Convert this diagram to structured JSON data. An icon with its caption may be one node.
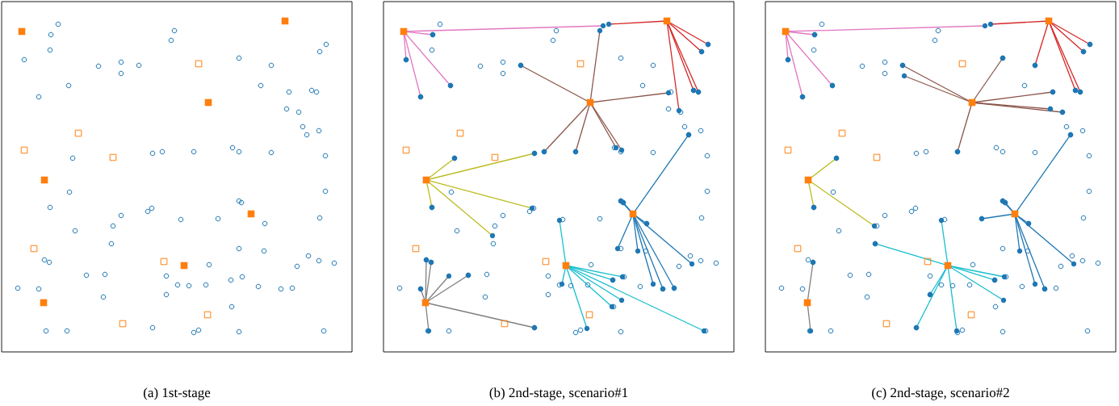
{
  "diagram": {
    "labels": [
      "(a) 1st-stage",
      "(b) 2nd-stage, scenario#1",
      "(c) 2nd-stage, scenario#2"
    ]
  }
}
